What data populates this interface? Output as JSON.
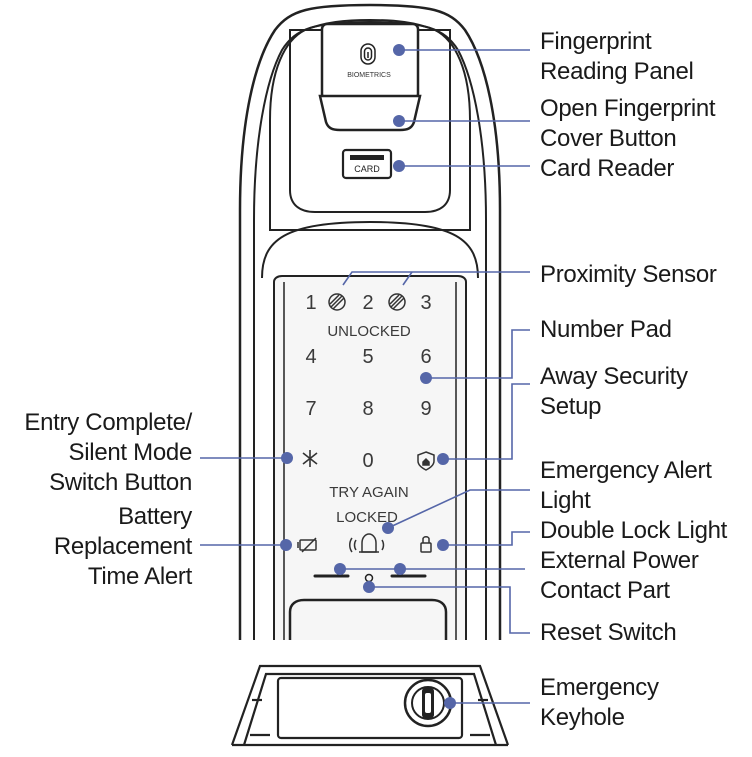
{
  "labels": {
    "fingerprint_panel": [
      "Fingerprint",
      "Reading Panel"
    ],
    "fingerprint_cover": [
      "Open Fingerprint",
      "Cover Button"
    ],
    "card_reader": [
      "Card Reader"
    ],
    "proximity": [
      "Proximity Sensor"
    ],
    "number_pad": [
      "Number Pad"
    ],
    "away_security": [
      "Away Security",
      "Setup"
    ],
    "entry_complete": [
      "Entry Complete/",
      "Silent Mode",
      "Switch Button"
    ],
    "battery": [
      "Battery",
      "Replacement",
      "Time Alert"
    ],
    "emergency_alert": [
      "Emergency Alert",
      "Light"
    ],
    "double_lock": [
      "Double Lock Light"
    ],
    "external_power": [
      "External Power",
      "Contact Part"
    ],
    "reset": [
      "Reset Switch"
    ],
    "keyhole": [
      "Emergency",
      "Keyhole"
    ]
  },
  "device": {
    "biometrics_text": "BIOMETRICS",
    "card_text": "CARD",
    "unlocked_text": "UNLOCKED",
    "try_again_text": "TRY AGAIN",
    "locked_text": "LOCKED",
    "keys": [
      "1",
      "2",
      "3",
      "4",
      "5",
      "6",
      "7",
      "8",
      "9",
      "0"
    ]
  },
  "colors": {
    "leader": "#5566a8",
    "outline": "#222222",
    "pad_bg": "#f6f6f6"
  }
}
